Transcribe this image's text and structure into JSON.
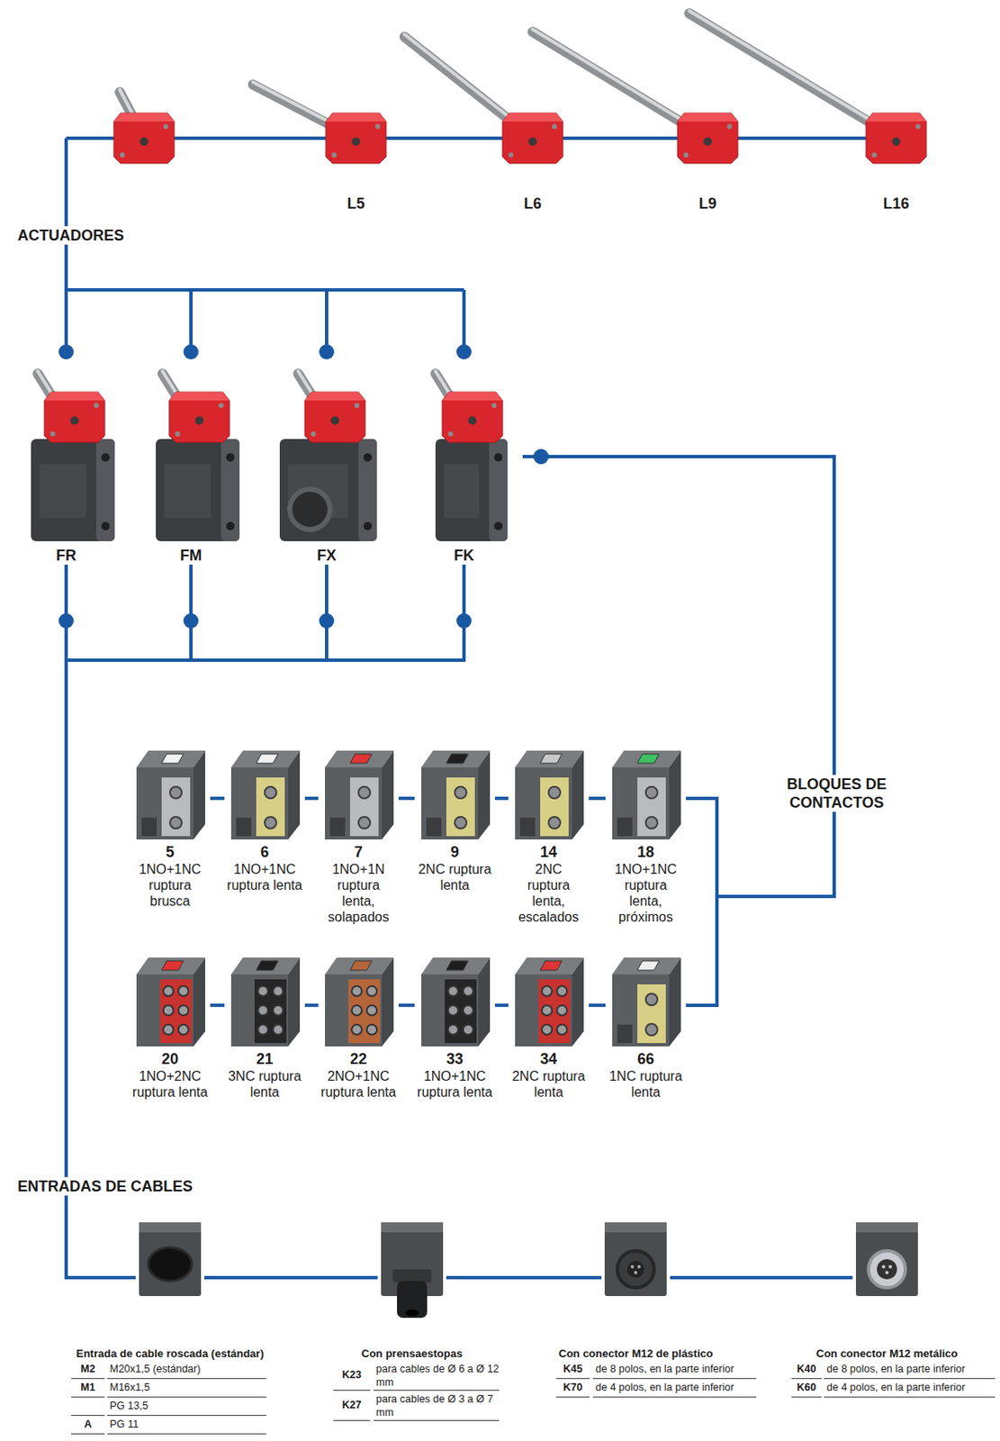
{
  "diagram": {
    "nodes": [
      {
        "text": [
          "FR"
        ]
      },
      {
        "text": [
          "FM"
        ]
      },
      {
        "text": [
          "FX"
        ]
      },
      {
        "text": [
          "FK"
        ]
      },
      {
        "text": [
          "5",
          "1NO+1NC ruptura brusca"
        ]
      },
      {
        "text": [
          "6",
          "1NO+1NC ruptura lenta"
        ]
      },
      {
        "text": [
          "7",
          "1NO+1N ruptura lenta, solapados"
        ]
      },
      {
        "text": [
          "9",
          "2NC ruptura lenta"
        ]
      },
      {
        "text": [
          "14",
          "2NC ruptura lenta, escalados"
        ]
      },
      {
        "text": [
          "18",
          "1NO+1NC ruptura lenta, próximos"
        ]
      },
      {
        "text": [
          "20",
          "1NO+2NC ruptura lenta"
        ]
      },
      {
        "text": [
          "21",
          "3NC ruptura lenta"
        ]
      },
      {
        "text": [
          "22",
          "2NO+1NC ruptura lenta"
        ]
      },
      {
        "text": [
          "33",
          "1NO+1NC ruptura lenta"
        ]
      },
      {
        "text": [
          "34",
          "2NC ruptura lenta"
        ]
      },
      {
        "text": [
          "66",
          "1NC ruptura lenta"
        ]
      },
      {
        "text": [
          "Entrada de cable roscada (estándar)"
        ]
      },
      {
        "text": [
          "Con prensaestopas"
        ]
      },
      {
        "text": [
          "Con conector M12 de plástico"
        ]
      },
      {
        "text": [
          "Con conector M12 metálico"
        ]
      }
    ],
    "edges": [
      {
        "from": 3,
        "to": 9,
        "arrow": "none"
      },
      {
        "from": 3,
        "to": 15,
        "arrow": "none"
      },
      {
        "from": 4,
        "to": 5,
        "arrow": "none"
      },
      {
        "from": 5,
        "to": 6,
        "arrow": "none"
      },
      {
        "from": 6,
        "to": 7,
        "arrow": "none"
      },
      {
        "from": 7,
        "to": 8,
        "arrow": "none"
      },
      {
        "from": 8,
        "to": 9,
        "arrow": "none"
      },
      {
        "from": 10,
        "to": 11,
        "arrow": "none"
      },
      {
        "from": 11,
        "to": 12,
        "arrow": "none"
      },
      {
        "from": 12,
        "to": 13,
        "arrow": "none"
      },
      {
        "from": 13,
        "to": 14,
        "arrow": "none"
      },
      {
        "from": 14,
        "to": 15,
        "arrow": "none"
      },
      {
        "from": 0,
        "to": 16,
        "arrow": "none"
      },
      {
        "from": 1,
        "to": 16,
        "arrow": "none"
      },
      {
        "from": 2,
        "to": 16,
        "arrow": "none"
      },
      {
        "from": 3,
        "to": 16,
        "arrow": "none"
      },
      {
        "from": 16,
        "to": 17,
        "arrow": "none"
      },
      {
        "from": 17,
        "to": 18,
        "arrow": "none"
      },
      {
        "from": 18,
        "to": 19,
        "arrow": "none"
      }
    ],
    "labels": [
      "L5",
      "L6",
      "L9",
      "L16",
      "ACTUADORES",
      "BLOQUES DE CONTACTOS",
      "ENTRADAS DE CABLES",
      "M2",
      "M20x1,5 (estándar)",
      "M1",
      "M16x1,5",
      "PG 13,5",
      "A",
      "PG 11",
      "K23",
      "para cables de Ø 6 a Ø 12 mm",
      "K27",
      "para cables de Ø 3 a Ø 7 mm",
      "K45",
      "de 8 polos, en la parte inferior",
      "K70",
      "de 4 polos, en la parte inferior",
      "K40",
      "de 8 polos, en la parte inferior",
      "K60",
      "de 4 polos, en la parte inferior"
    ]
  }
}
